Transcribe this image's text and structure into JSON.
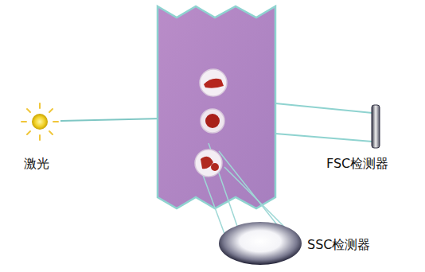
{
  "diagram": {
    "labels": [
      "激光",
      "FSC检测器",
      "SSC检测器"
    ]
  }
}
